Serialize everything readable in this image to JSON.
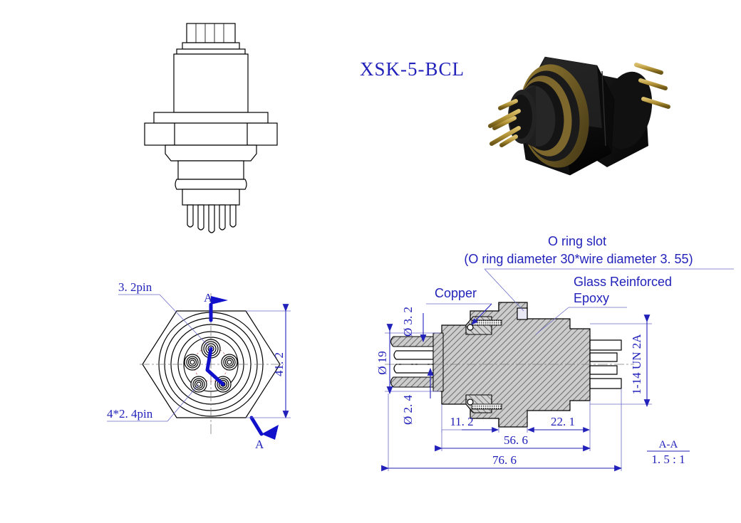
{
  "drawing": {
    "title": "XSK-5-BCL",
    "background_color": "#ffffff",
    "annotation_color": "#2222bb",
    "line_color": "#000000"
  },
  "views": {
    "side_elevation": {
      "name": "side-elevation-view",
      "description": "Side profile of hermetic connector with threaded barrel, hex flange and five pins"
    },
    "photo": {
      "name": "product-3d-render",
      "description": "Isometric 3D render of black hex body connector with gold pins",
      "body_color": "#181818",
      "pin_color": "#b5973d",
      "ring_color": "#8a7230"
    },
    "front_view": {
      "name": "front-face-view",
      "description": "Front face showing hexagonal body and five pin holes"
    },
    "section_view": {
      "name": "section-a-a-view",
      "description": "Cross section A-A through connector body"
    }
  },
  "labels": {
    "center_pin": "3. 2pin",
    "outer_pins": "4*2. 4pin",
    "section_mark_top": "A",
    "section_mark_bottom": "A",
    "o_ring_slot_line1": "O ring slot",
    "o_ring_slot_line2": "(O ring diameter 30*wire diameter 3. 55)",
    "copper": "Copper",
    "epoxy_line1": "Glass Reinforced",
    "epoxy_line2": "Epoxy",
    "thread_spec": "1-14 UN 2A",
    "section_scale_title": "A-A",
    "section_scale_ratio": "1. 5 : 1"
  },
  "dimensions": {
    "across_flats": "41. 2",
    "dia_19": "Ø 19",
    "dia_3_2": "Ø 3. 2",
    "dia_2_4": "Ø 2. 4",
    "len_11_2": "11. 2",
    "len_22_1": "22. 1",
    "len_56_6": "56. 6",
    "len_76_6": "76. 6"
  }
}
